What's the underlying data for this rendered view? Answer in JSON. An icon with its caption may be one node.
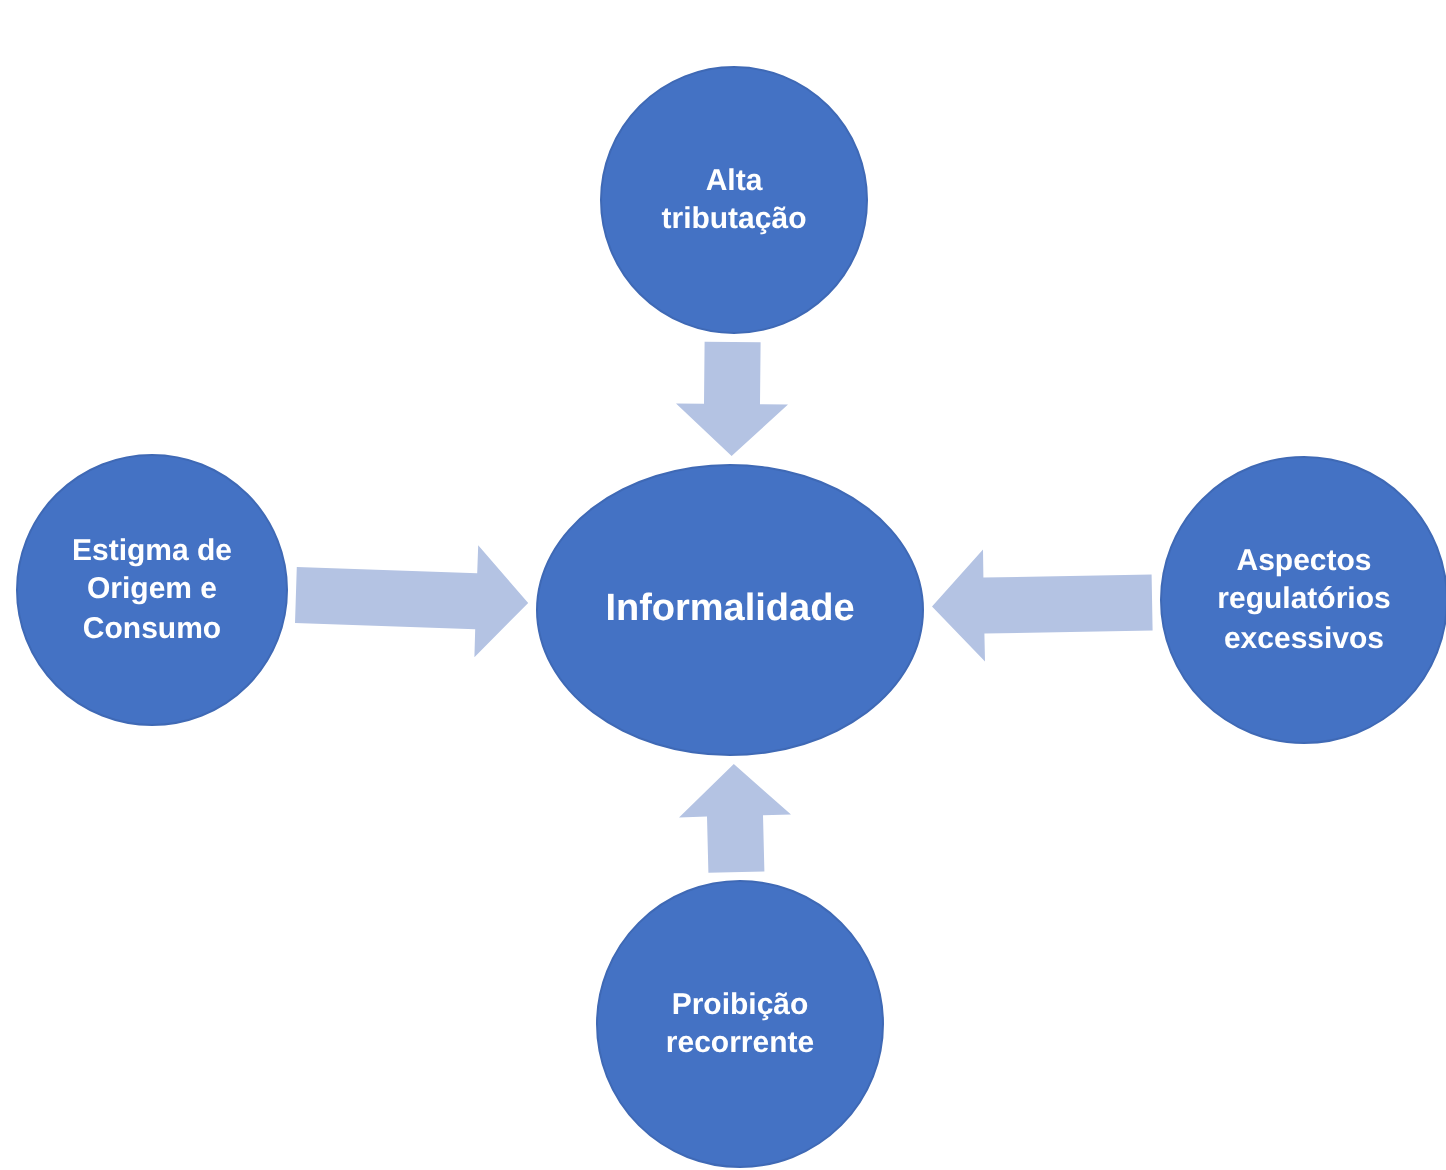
{
  "diagram": {
    "nodes": [
      {
        "text": [
          "Alta tributação"
        ]
      },
      {
        "text": [
          "Estigma de Origem e Consumo"
        ]
      },
      {
        "text": [
          "Informalidade"
        ]
      },
      {
        "text": [
          "Aspectos regulatórios excessivos"
        ]
      },
      {
        "text": [
          "Proibição recorrente"
        ]
      }
    ],
    "edges": [
      {
        "from": 0,
        "to": 2,
        "arrow": "to"
      },
      {
        "from": 1,
        "to": 2,
        "arrow": "to"
      },
      {
        "from": 3,
        "to": 2,
        "arrow": "to"
      },
      {
        "from": 4,
        "to": 2,
        "arrow": "to"
      }
    ]
  }
}
